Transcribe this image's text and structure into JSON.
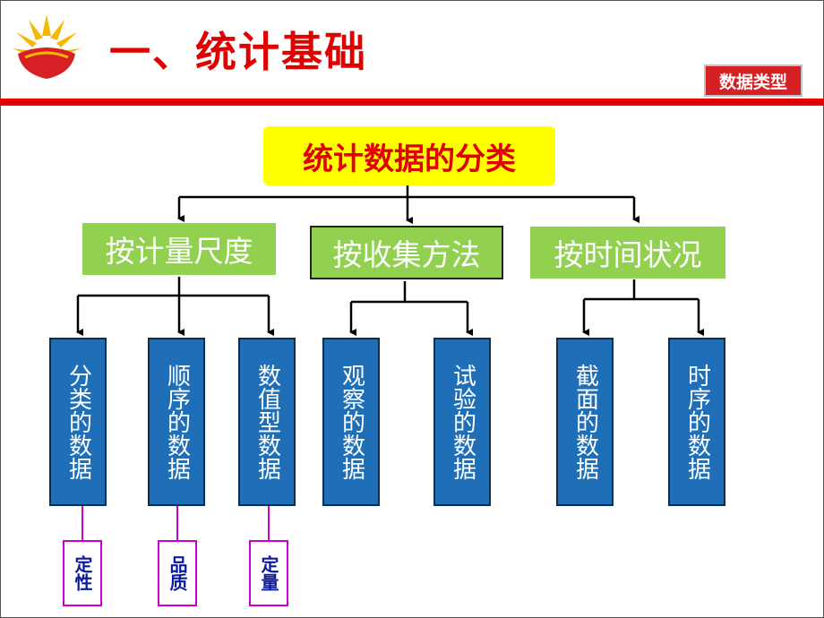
{
  "header": {
    "title": "一、统计基础",
    "badge": "数据类型"
  },
  "diagram": {
    "root": "统计数据的分类",
    "categories": [
      {
        "label": "按计量尺度",
        "leaves": [
          "分类的数据",
          "顺序的数据",
          "数值型数据"
        ]
      },
      {
        "label": "按收集方法",
        "leaves": [
          "观察的数据",
          "试验的数据"
        ]
      },
      {
        "label": "按时间状况",
        "leaves": [
          "截面的数据",
          "时序的数据"
        ]
      }
    ],
    "notes": [
      "定性",
      "品质",
      "定量"
    ]
  },
  "colors": {
    "accent_red": "#e00000",
    "root_fill": "#ffff00",
    "category_fill": "#92d050",
    "leaf_fill": "#1f6fb8",
    "note_border": "#cc00cc"
  }
}
